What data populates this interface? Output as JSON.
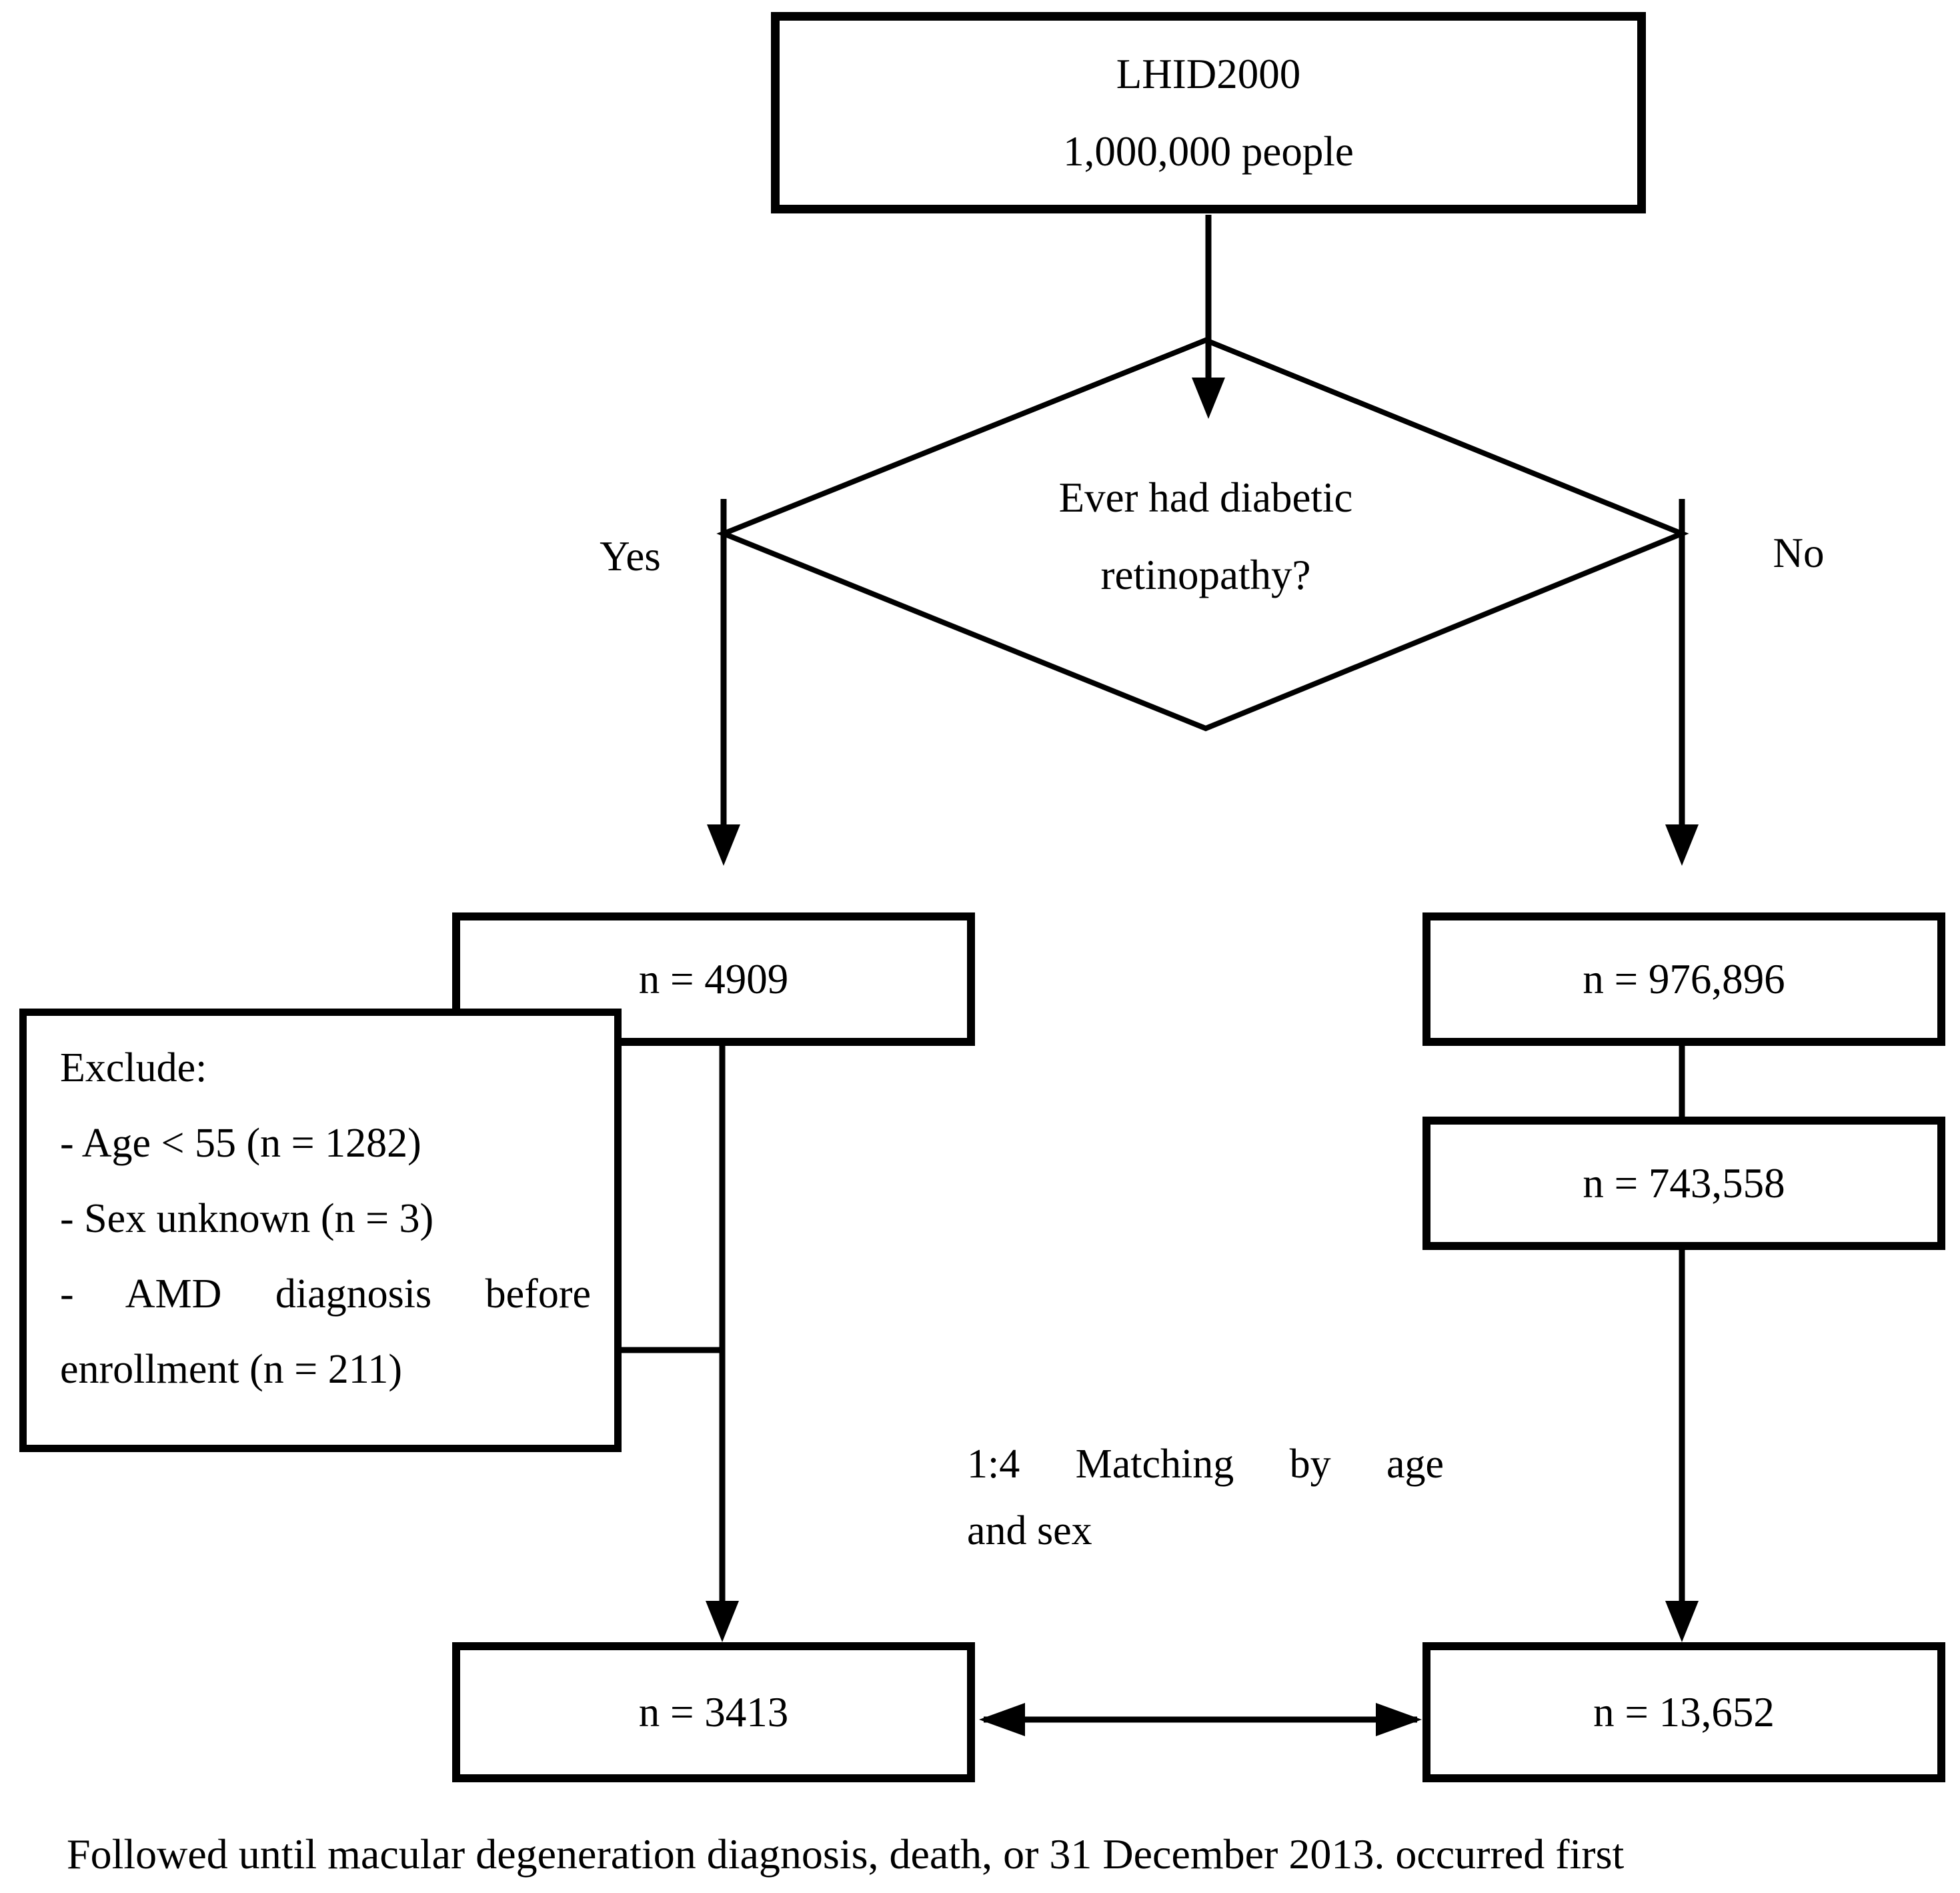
{
  "flowchart": {
    "top_box": {
      "line1": "LHID2000",
      "line2": "1,000,000 people"
    },
    "decision": {
      "line1": "Ever had diabetic",
      "line2": "retinopathy?"
    },
    "labels": {
      "yes": "Yes",
      "no": "No"
    },
    "boxes": {
      "dr_group": "n = 4909",
      "non_dr_group": "n = 976,896",
      "non_dr_eligible": "n = 743,558",
      "dr_final": "n = 3413",
      "control_final": "n = 13,652"
    },
    "exclude_box": {
      "lines": [
        "Exclude:",
        "- Age < 55 (n = 1282)",
        "- Sex unknown (n = 3)",
        "- AMD diagnosis before",
        "enrollment (n = 211)"
      ]
    },
    "matching_note": {
      "line1": "1:4 Matching by age",
      "line2": "and sex"
    },
    "caption": "Followed until macular degeneration diagnosis, death, or 31 December 2013. occurred first",
    "colors": {
      "ink": "#000000",
      "background": "#ffffff"
    }
  }
}
